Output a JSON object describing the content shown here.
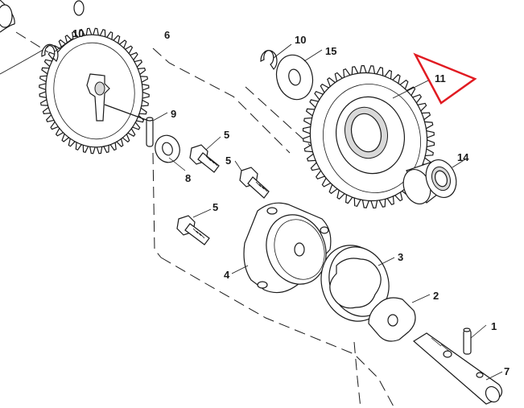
{
  "diagram": {
    "callouts": {
      "c1": "1",
      "c2": "2",
      "c3": "3",
      "c4": "4",
      "c5a": "5",
      "c5b": "5",
      "c5c": "5",
      "c6": "6",
      "c7": "7",
      "c8": "8",
      "c9": "9",
      "c10a": "10",
      "c10b": "10",
      "c11": "11",
      "c14": "14",
      "c15": "15"
    },
    "colors": {
      "line": "#1a1a1a",
      "highlight": "#e11b22",
      "background": "#ffffff"
    }
  }
}
